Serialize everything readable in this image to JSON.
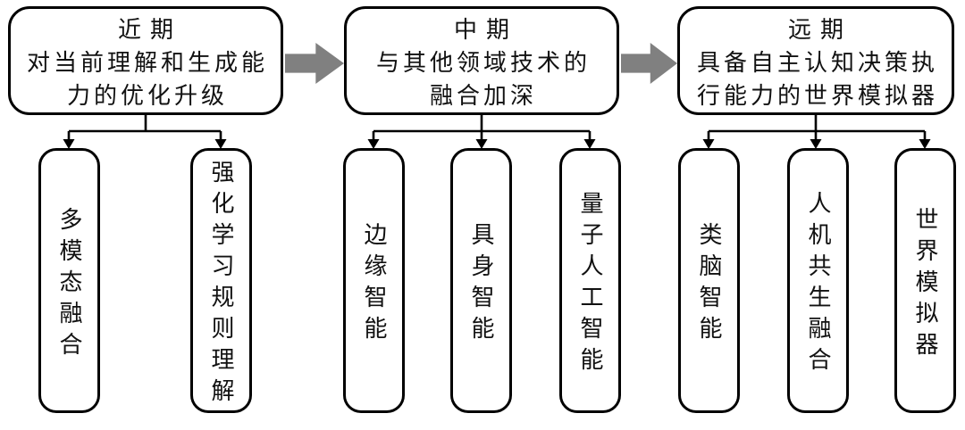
{
  "figure": {
    "stages": [
      {
        "period": "近期",
        "desc_line1": "对当前理解和生成能",
        "desc_line2": "力的优化升级",
        "items": [
          "多模态融合",
          "强化学习规则理解"
        ]
      },
      {
        "period": "中期",
        "desc_line1": "与其他领域技术的",
        "desc_line2": "融合加深",
        "items": [
          "边缘智能",
          "具身智能",
          "量子人工智能"
        ]
      },
      {
        "period": "远期",
        "desc_line1": "具备自主认知决策执",
        "desc_line2": "行能力的世界模拟器",
        "items": [
          "类脑智能",
          "人机共生融合",
          "世界模拟器"
        ]
      }
    ],
    "colors": {
      "box_border": "#000000",
      "box_fill": "#ffffff",
      "connector_line": "#000000",
      "flow_arrow_gray": "#808080",
      "background": "#ffffff",
      "text": "#111111"
    }
  }
}
